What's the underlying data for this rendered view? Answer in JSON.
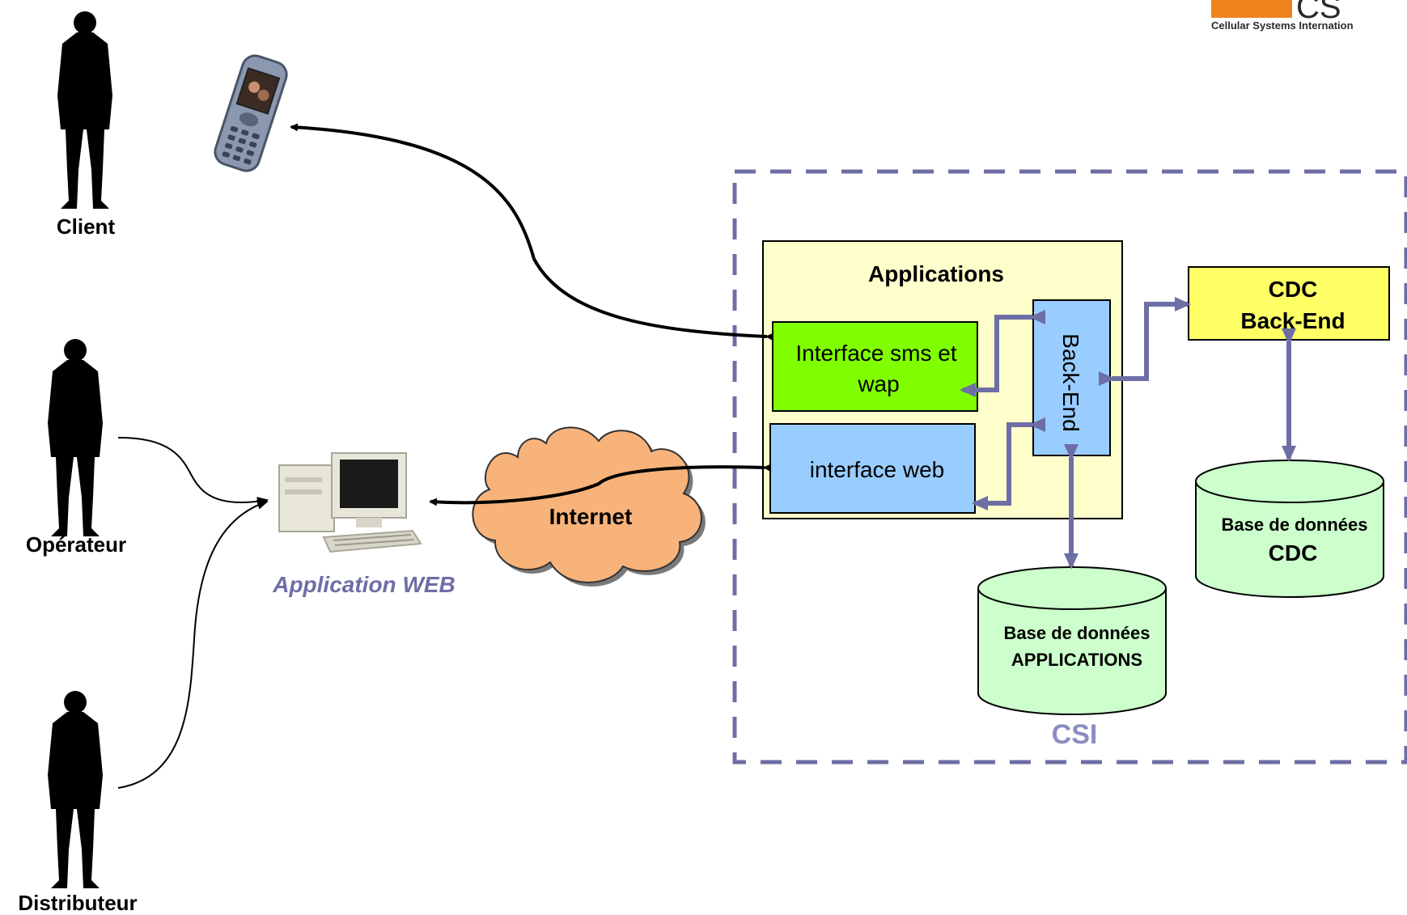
{
  "logo": {
    "big_text": "CS",
    "tagline": "Cellular Systems Internation",
    "accent_color": "#f0821e"
  },
  "actors": {
    "client": "Client",
    "operateur": "Opérateur",
    "distributeur": "Distributeur"
  },
  "web_app": {
    "label": "Application WEB",
    "color": "#6e6ea6"
  },
  "internet": {
    "label": "Internet",
    "color": "#f7b37a"
  },
  "csi_zone": {
    "label": "CSI",
    "border_color": "#6e6ea6",
    "label_color": "#8c8cc4"
  },
  "applications": {
    "title": "Applications",
    "color": "#ffffcc",
    "interface_sms": {
      "line1": "Interface sms et",
      "line2": "wap",
      "color": "#80ff00"
    },
    "interface_web": {
      "label": "interface web",
      "color": "#99ccff"
    },
    "backend": {
      "label": "Back-End",
      "color": "#99ccff"
    }
  },
  "cdc_backend": {
    "line1": "CDC",
    "line2": "Back-End",
    "color": "#ffff66"
  },
  "db_cdc": {
    "line1": "Base de données",
    "line2": "CDC",
    "color": "#ccffcc"
  },
  "db_applications": {
    "line1": "Base de données",
    "line2": "APPLICATIONS",
    "color": "#ccffcc"
  }
}
